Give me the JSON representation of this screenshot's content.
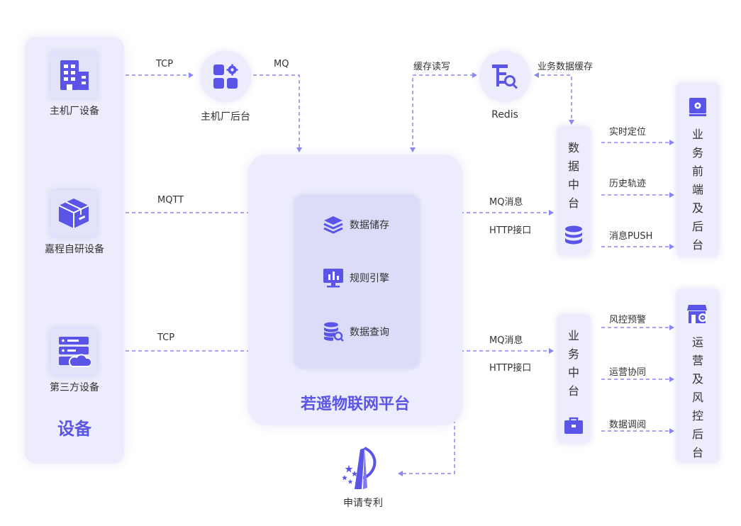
{
  "devices": {
    "title": "设备",
    "items": [
      {
        "label": "主机厂设备",
        "protocol": "TCP"
      },
      {
        "label": "嘉程自研设备",
        "protocol": "MQTT"
      },
      {
        "label": "第三方设备",
        "protocol": "TCP"
      }
    ]
  },
  "oem_backend": {
    "label": "主机厂后台",
    "out": "MQ"
  },
  "redis": {
    "label": "Redis",
    "read_write": "缓存读写",
    "biz_cache": "业务数据缓存"
  },
  "platform": {
    "title": "若遥物联网平台",
    "modules": [
      "数据储存",
      "规则引擎",
      "数据查询"
    ]
  },
  "links": {
    "upper": {
      "mq": "MQ消息",
      "http": "HTTP接口"
    },
    "lower": {
      "mq": "MQ消息",
      "http": "HTTP接口"
    }
  },
  "data_center": {
    "title": [
      "数",
      "据",
      "中",
      "台"
    ],
    "outputs": [
      "实时定位",
      "历史轨迹",
      "消息PUSH"
    ]
  },
  "biz_center": {
    "title": [
      "业",
      "务",
      "中",
      "台"
    ],
    "outputs": [
      "风控预警",
      "运营协同",
      "数据调阅"
    ]
  },
  "frontend": {
    "title": [
      "业",
      "务",
      "前",
      "端",
      "及",
      "后",
      "台"
    ]
  },
  "ops_backend": {
    "title": [
      "运",
      "营",
      "及",
      "风",
      "控",
      "后",
      "台"
    ]
  },
  "patent": {
    "label": "申请专利"
  },
  "colors": {
    "accent": "#5a55e6",
    "dash": "#8a87ef",
    "panel": "#ececfc"
  }
}
